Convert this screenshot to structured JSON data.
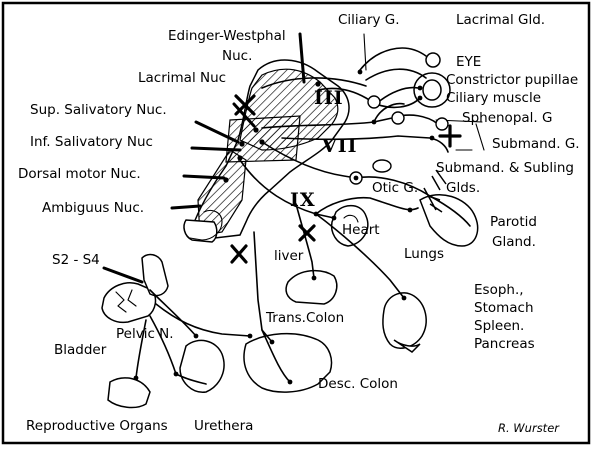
{
  "labels": {
    "edinger_westphal": [
      "Edinger-Westphal",
      "Nuc."
    ],
    "ciliary_g": "Ciliary G.",
    "lacrimal_gld": "Lacrimal Gld.",
    "eye": "EYE",
    "constrictor": "Constrictor pupillae",
    "ciliary_muscle": "Ciliary muscle",
    "lacrimal_nuc": "Lacrimal Nuc",
    "sup_salivatory": "Sup. Salivatory Nuc.",
    "sphenopal": "Sphenopal. G",
    "submand_g": "Submand. G.",
    "inf_salivatory": "Inf. Salivatory Nuc",
    "submand_subling": [
      "Submand. & Subling",
      "Glds."
    ],
    "dorsal_motor": "Dorsal motor Nuc.",
    "otic_g": "Otic G.",
    "ambiguus": "Ambiguus Nuc.",
    "parotid": [
      "Parotid",
      "Gland."
    ],
    "heart": "Heart",
    "lungs": "Lungs",
    "liver": "liver",
    "s2_s4": "S2 - S4",
    "esoph": [
      "Esoph.,",
      "Stomach",
      "Spleen.",
      "Pancreas"
    ],
    "trans_colon": "Trans.Colon",
    "pelvic_n": "Pelvic N.",
    "bladder": "Bladder",
    "desc_colon": "Desc. Colon",
    "reproductive": "Reproductive Organs",
    "urethera": "Urethera",
    "author": "R. Wurster"
  },
  "cranial_nerves": {
    "iii": "III",
    "vii": "VII",
    "ix": "IX",
    "x": "X"
  }
}
